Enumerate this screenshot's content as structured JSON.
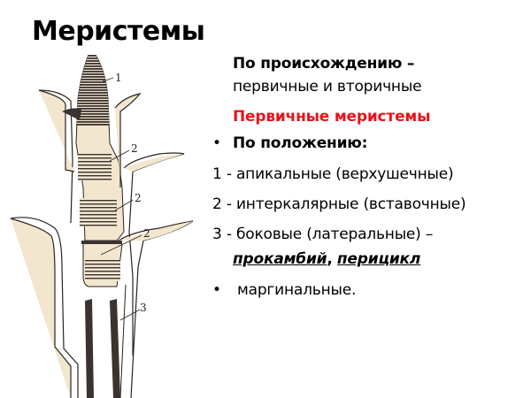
{
  "slide": {
    "title": "Меристемы",
    "origin": {
      "label": "По происхождению",
      "dash": " –",
      "value": "первичные и вторичные"
    },
    "primary_heading": "Первичные меристемы",
    "position": {
      "bullet": "•",
      "label": "По положению:",
      "items": [
        {
          "text": "1 - апикальные (верхушечные)"
        },
        {
          "text": "2 - интеркалярные (вставочные)"
        },
        {
          "text": "3 - боковые (латеральные) –"
        }
      ],
      "lateral_examples": {
        "first": "прокамбий",
        "comma": ",",
        "second": "перицикл"
      }
    },
    "marginal": {
      "bullet": "•",
      "text": "маргинальные."
    },
    "figure": {
      "labels": [
        "1",
        "2",
        "2",
        "2",
        "3"
      ],
      "colors": {
        "tissue_fill": "#f3e6cf",
        "stripe": "#3a3330",
        "outline": "#2a2320"
      }
    }
  }
}
